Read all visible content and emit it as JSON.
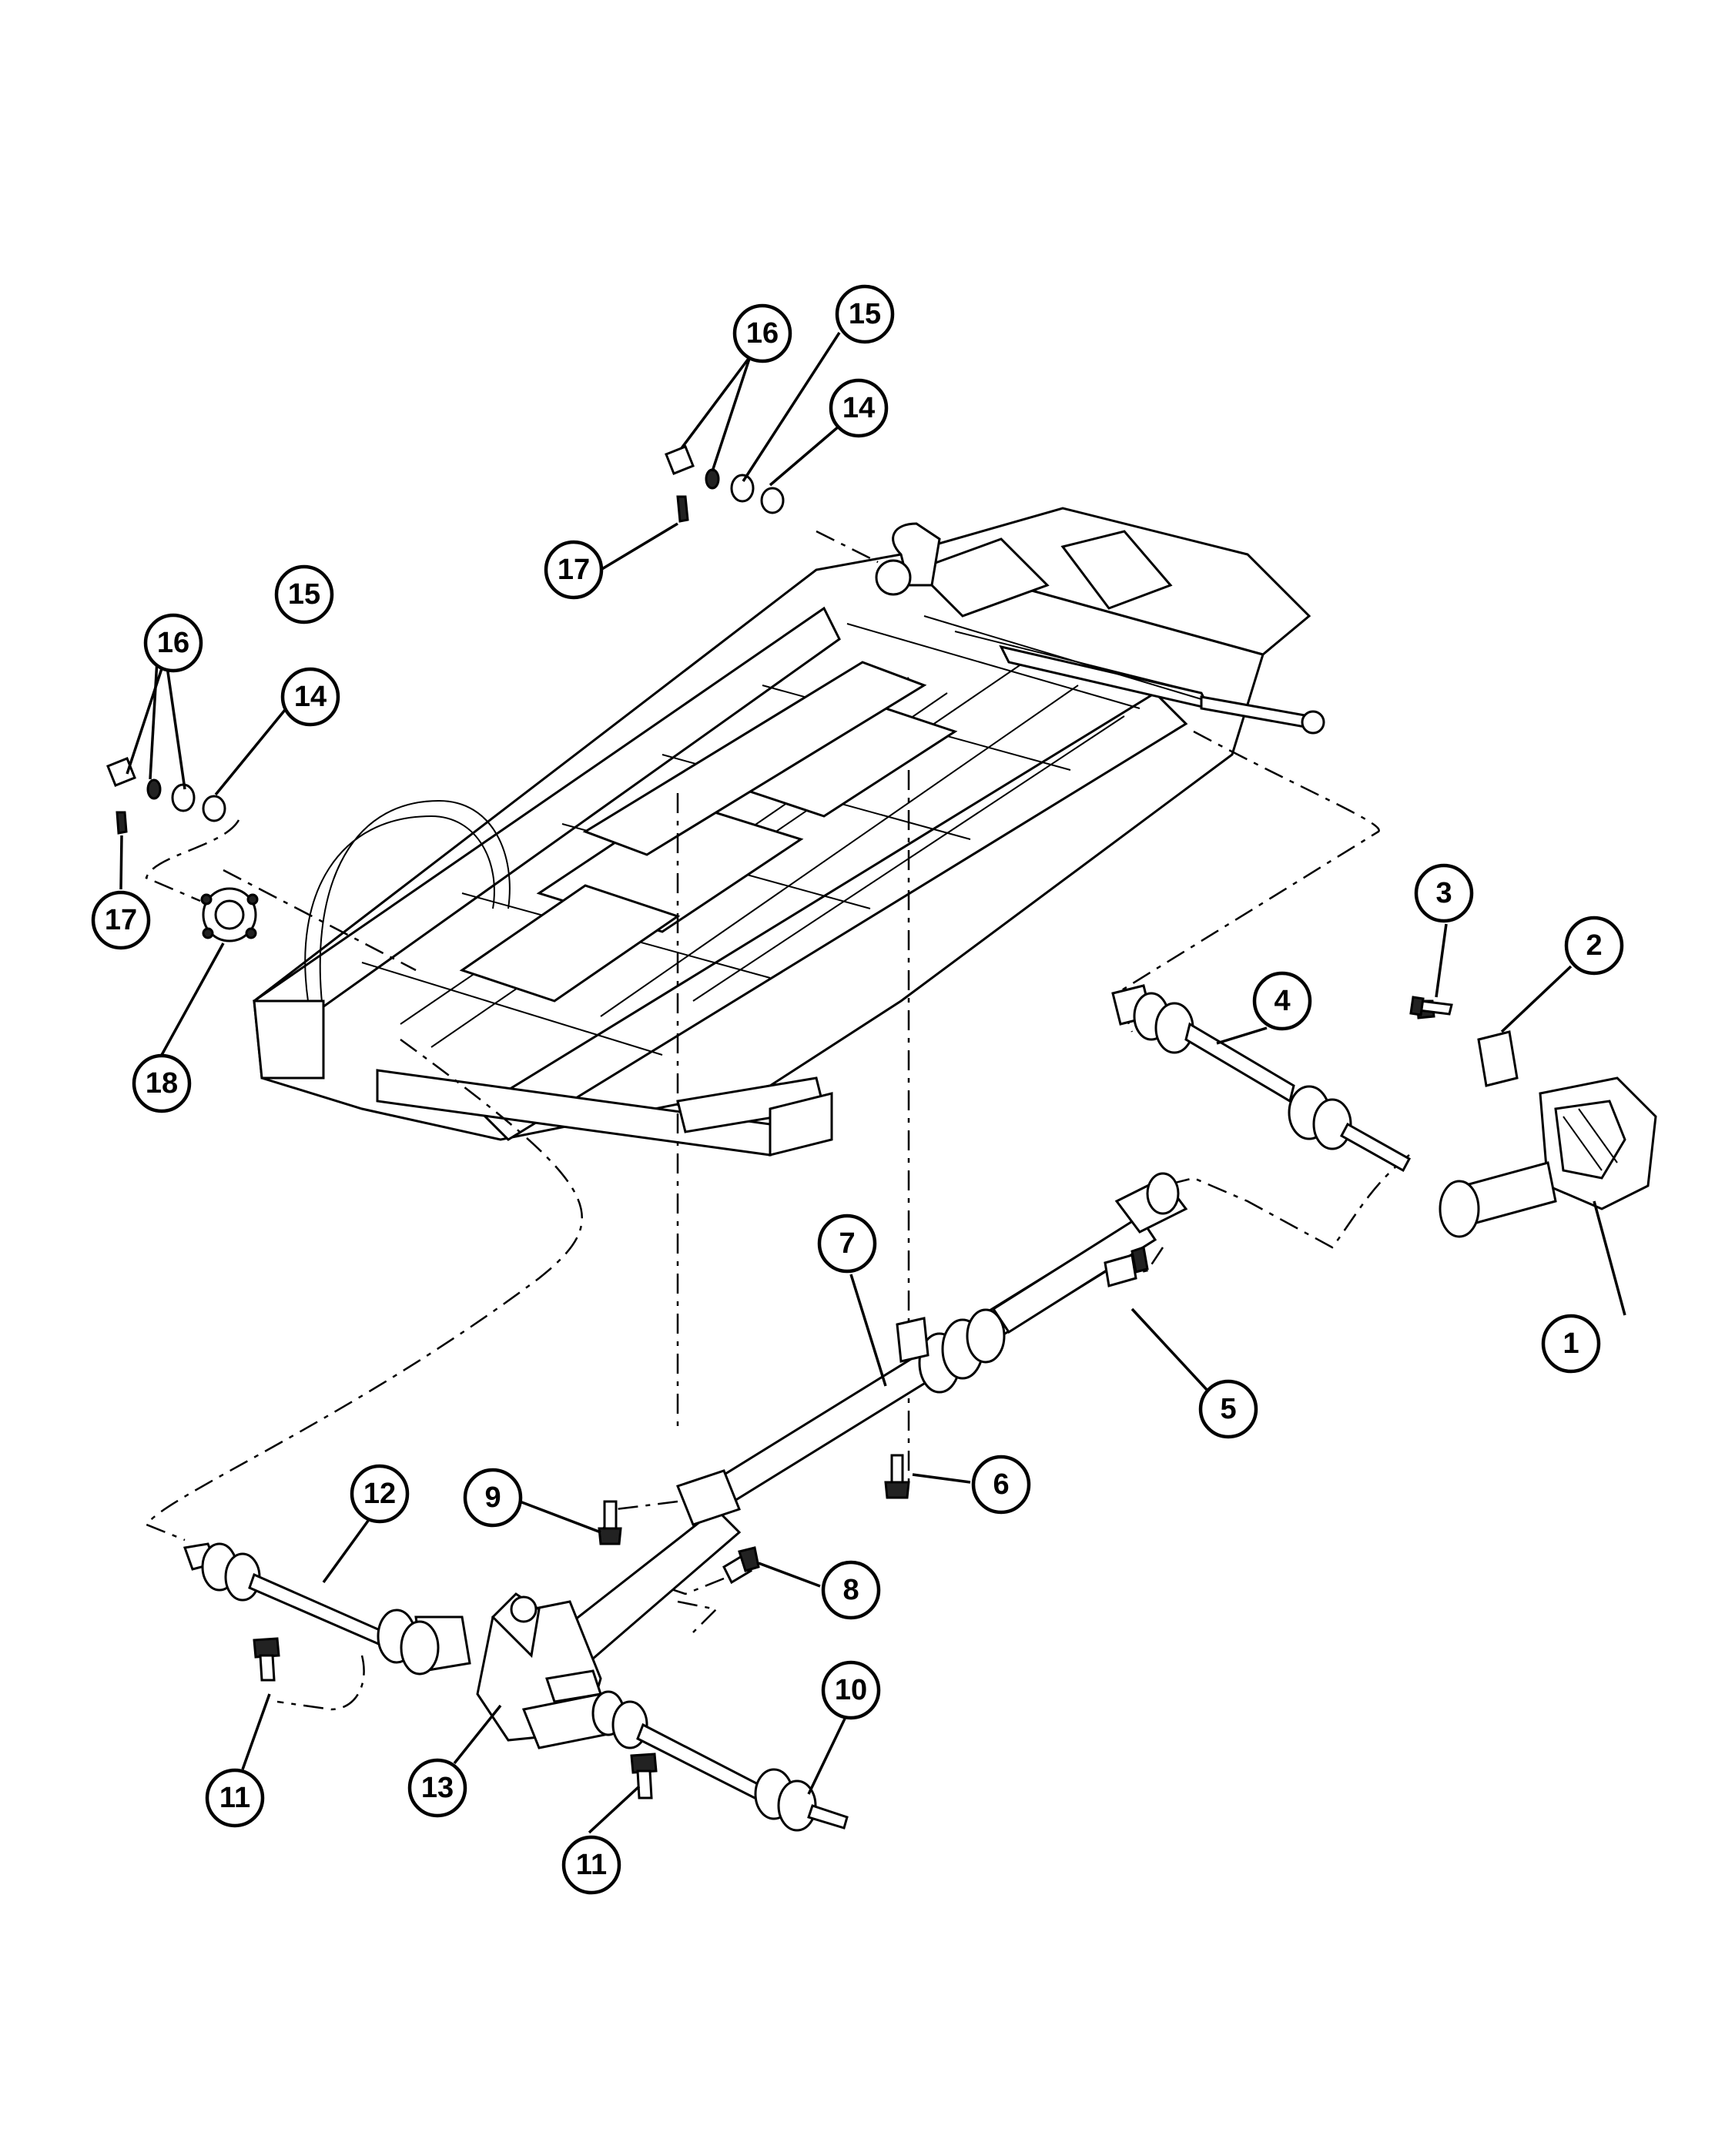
{
  "diagram": {
    "callouts": [
      {
        "id": "c1",
        "label": "1"
      },
      {
        "id": "c2",
        "label": "2"
      },
      {
        "id": "c3",
        "label": "3"
      },
      {
        "id": "c4",
        "label": "4"
      },
      {
        "id": "c5",
        "label": "5"
      },
      {
        "id": "c6",
        "label": "6"
      },
      {
        "id": "c7",
        "label": "7"
      },
      {
        "id": "c8",
        "label": "8"
      },
      {
        "id": "c9",
        "label": "9"
      },
      {
        "id": "c10",
        "label": "10"
      },
      {
        "id": "c11a",
        "label": "11"
      },
      {
        "id": "c11b",
        "label": "11"
      },
      {
        "id": "c12",
        "label": "12"
      },
      {
        "id": "c13",
        "label": "13"
      },
      {
        "id": "c14a",
        "label": "14"
      },
      {
        "id": "c14b",
        "label": "14"
      },
      {
        "id": "c15a",
        "label": "15"
      },
      {
        "id": "c15b",
        "label": "15"
      },
      {
        "id": "c16a",
        "label": "16"
      },
      {
        "id": "c16b",
        "label": "16"
      },
      {
        "id": "c17a",
        "label": "17"
      },
      {
        "id": "c17b",
        "label": "17"
      },
      {
        "id": "c18",
        "label": "18"
      }
    ]
  }
}
